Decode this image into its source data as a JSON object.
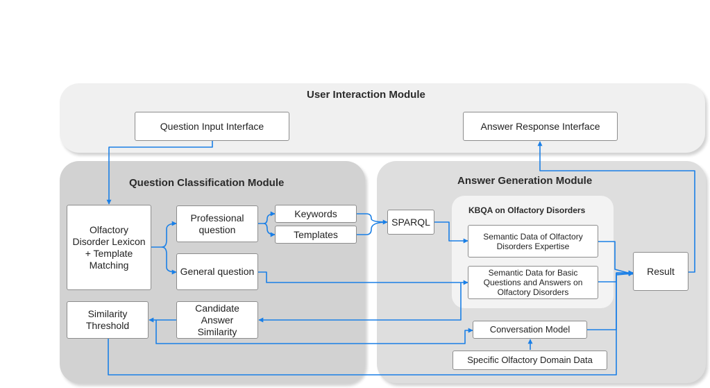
{
  "modules": {
    "user_interaction": "User Interaction Module",
    "question_classification": "Question Classification Module",
    "answer_generation": "Answer Generation Module",
    "kbqa": "KBQA on Olfactory Disorders"
  },
  "nodes": {
    "question_input": "Question Input Interface",
    "answer_response": "Answer Response Interface",
    "lexicon": "Olfactory\nDisorder Lexicon\n+ Template\nMatching",
    "professional_question": "Professional\nquestion",
    "general_question": "General question",
    "keywords": "Keywords",
    "templates": "Templates",
    "sparql": "SPARQL",
    "semantic_expertise": "Semantic Data of Olfactory\nDisorders Expertise",
    "semantic_basic": "Semantic Data for Basic\nQuestions and Answers on\nOlfactory Disorders",
    "result": "Result",
    "similarity_threshold": "Similarity\nThreshold",
    "candidate_similarity": "Candidate\nAnswer\nSimilarity",
    "conversation_model": "Conversation Model",
    "domain_data": "Specific Olfactory Domain Data"
  },
  "colors": {
    "arrow": "#1a7fe6",
    "user_module_bg": "#f0f0f0",
    "qc_module_bg": "#d2d2d2",
    "ag_module_bg": "#dedede",
    "kbqa_bg": "#f3f3f3"
  }
}
